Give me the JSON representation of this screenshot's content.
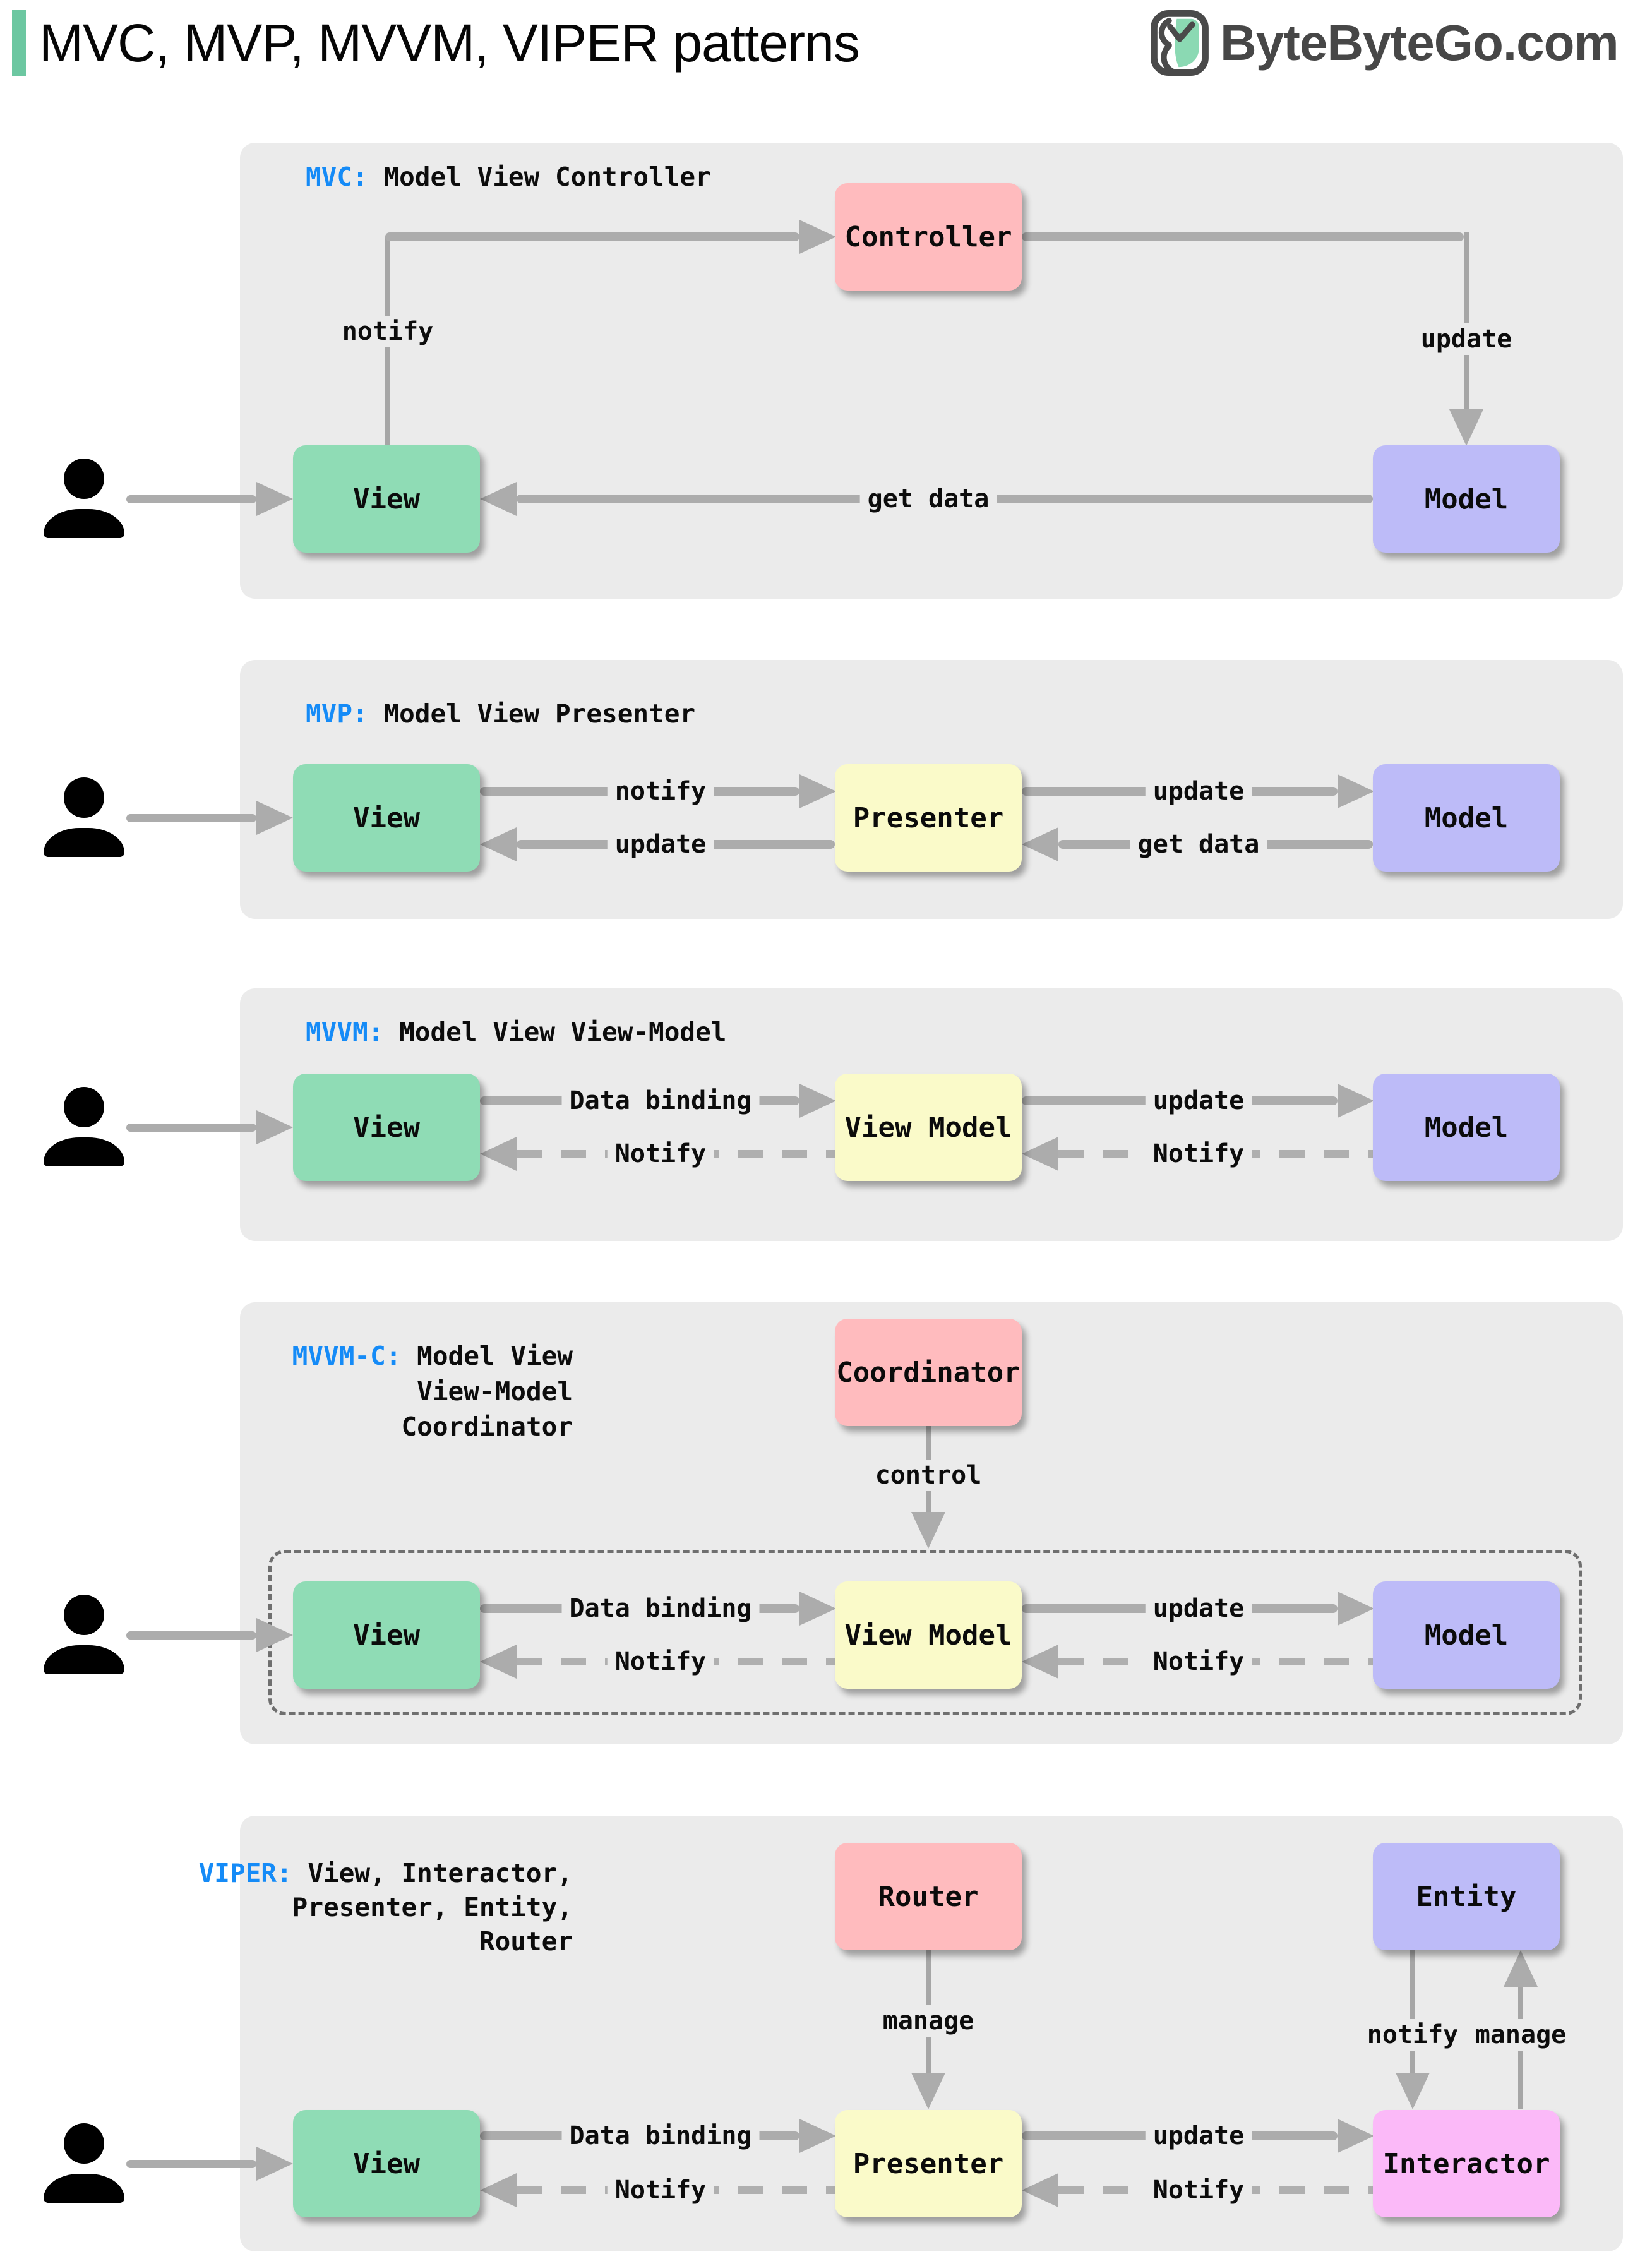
{
  "header": {
    "title": "MVC, MVP, MVVM, VIPER patterns",
    "logo": "ByteByteGo.com"
  },
  "colors": {
    "accent_green": "#6CC7A1",
    "keyword_blue": "#158BF7",
    "panel_gray": "#EBEBEB",
    "arrow_gray": "#ACACAC",
    "box_green": "#8FDCB5",
    "box_pink": "#FFBBBE",
    "box_purple": "#BDBBF8",
    "box_yellow": "#FAFAC9",
    "box_magenta": "#FBB9F8",
    "logo_gray": "#474747"
  },
  "icons": {
    "person": "person-icon",
    "logo_owl": "bytebytego-owl-icon"
  },
  "panels": {
    "mvc": {
      "keyword": "MVC:",
      "title_rest": " Model View Controller",
      "boxes": {
        "controller": "Controller",
        "view": "View",
        "model": "Model"
      },
      "labels": {
        "notify": "notify",
        "update": "update",
        "get_data": "get data"
      }
    },
    "mvp": {
      "keyword": "MVP:",
      "title_rest": " Model View Presenter",
      "boxes": {
        "view": "View",
        "presenter": "Presenter",
        "model": "Model"
      },
      "labels": {
        "notify": "notify",
        "update_view": "update",
        "update_model": "update",
        "get_data": "get data"
      }
    },
    "mvvm": {
      "keyword": "MVVM:",
      "title_rest": " Model View View-Model",
      "boxes": {
        "view": "View",
        "view_model": "View Model",
        "model": "Model"
      },
      "labels": {
        "data_binding": "Data binding",
        "notify_view": "Notify",
        "update": "update",
        "notify_vm": "Notify"
      }
    },
    "mvvmc": {
      "keyword": "MVVM-C:",
      "line1": " Model View",
      "line2": "View-Model",
      "line3": "Coordinator",
      "boxes": {
        "coordinator": "Coordinator",
        "view": "View",
        "view_model": "View Model",
        "model": "Model"
      },
      "labels": {
        "control": "control",
        "data_binding": "Data binding",
        "notify_view": "Notify",
        "update": "update",
        "notify_vm": "Notify"
      }
    },
    "viper": {
      "keyword": "VIPER:",
      "line1": " View, Interactor,",
      "line2": "Presenter, Entity,",
      "line3": "Router",
      "boxes": {
        "router": "Router",
        "entity": "Entity",
        "view": "View",
        "presenter": "Presenter",
        "interactor": "Interactor"
      },
      "labels": {
        "manage_router": "manage",
        "notify_entity": "notify",
        "manage_entity": "manage",
        "data_binding": "Data binding",
        "notify_view": "Notify",
        "update": "update",
        "notify_presenter": "Notify"
      }
    }
  }
}
